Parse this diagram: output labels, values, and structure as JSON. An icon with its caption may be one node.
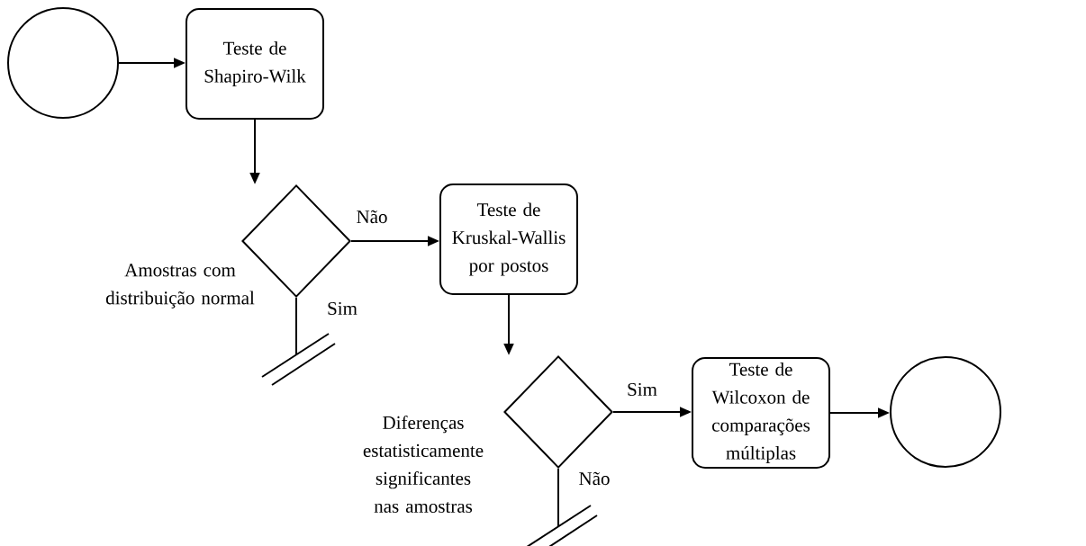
{
  "diagram": {
    "nodes": [
      {
        "text": [],
        "shape": "circle"
      },
      {
        "text": [
          "Teste de Shapiro-Wilk"
        ]
      },
      {
        "text": [],
        "shape": "diamond",
        "beside": [
          "Amostras com distribuição normal"
        ]
      },
      {
        "text": [
          "Teste de Kruskal-Wallis por postos"
        ]
      },
      {
        "text": [],
        "shape": "diamond",
        "beside": [
          "Diferenças estatisticamente significantes nas amostras"
        ]
      },
      {
        "text": [
          "Teste de Wilcoxon de comparações múltiplas"
        ]
      },
      {
        "text": [],
        "shape": "circle"
      }
    ],
    "edges": [
      {
        "from": 0,
        "to": 1,
        "arrow": "to"
      },
      {
        "from": 1,
        "to": 2,
        "arrow": "to"
      },
      {
        "from": 2,
        "to": 3,
        "arrow": "to",
        "label": "Não"
      },
      {
        "from": 2,
        "to": null,
        "arrow": "none",
        "label": "Sim"
      },
      {
        "from": 3,
        "to": 4,
        "arrow": "to"
      },
      {
        "from": 4,
        "to": 5,
        "arrow": "to",
        "label": "Sim"
      },
      {
        "from": 4,
        "to": null,
        "arrow": "none",
        "label": "Não"
      },
      {
        "from": 5,
        "to": 6,
        "arrow": "to"
      }
    ]
  }
}
